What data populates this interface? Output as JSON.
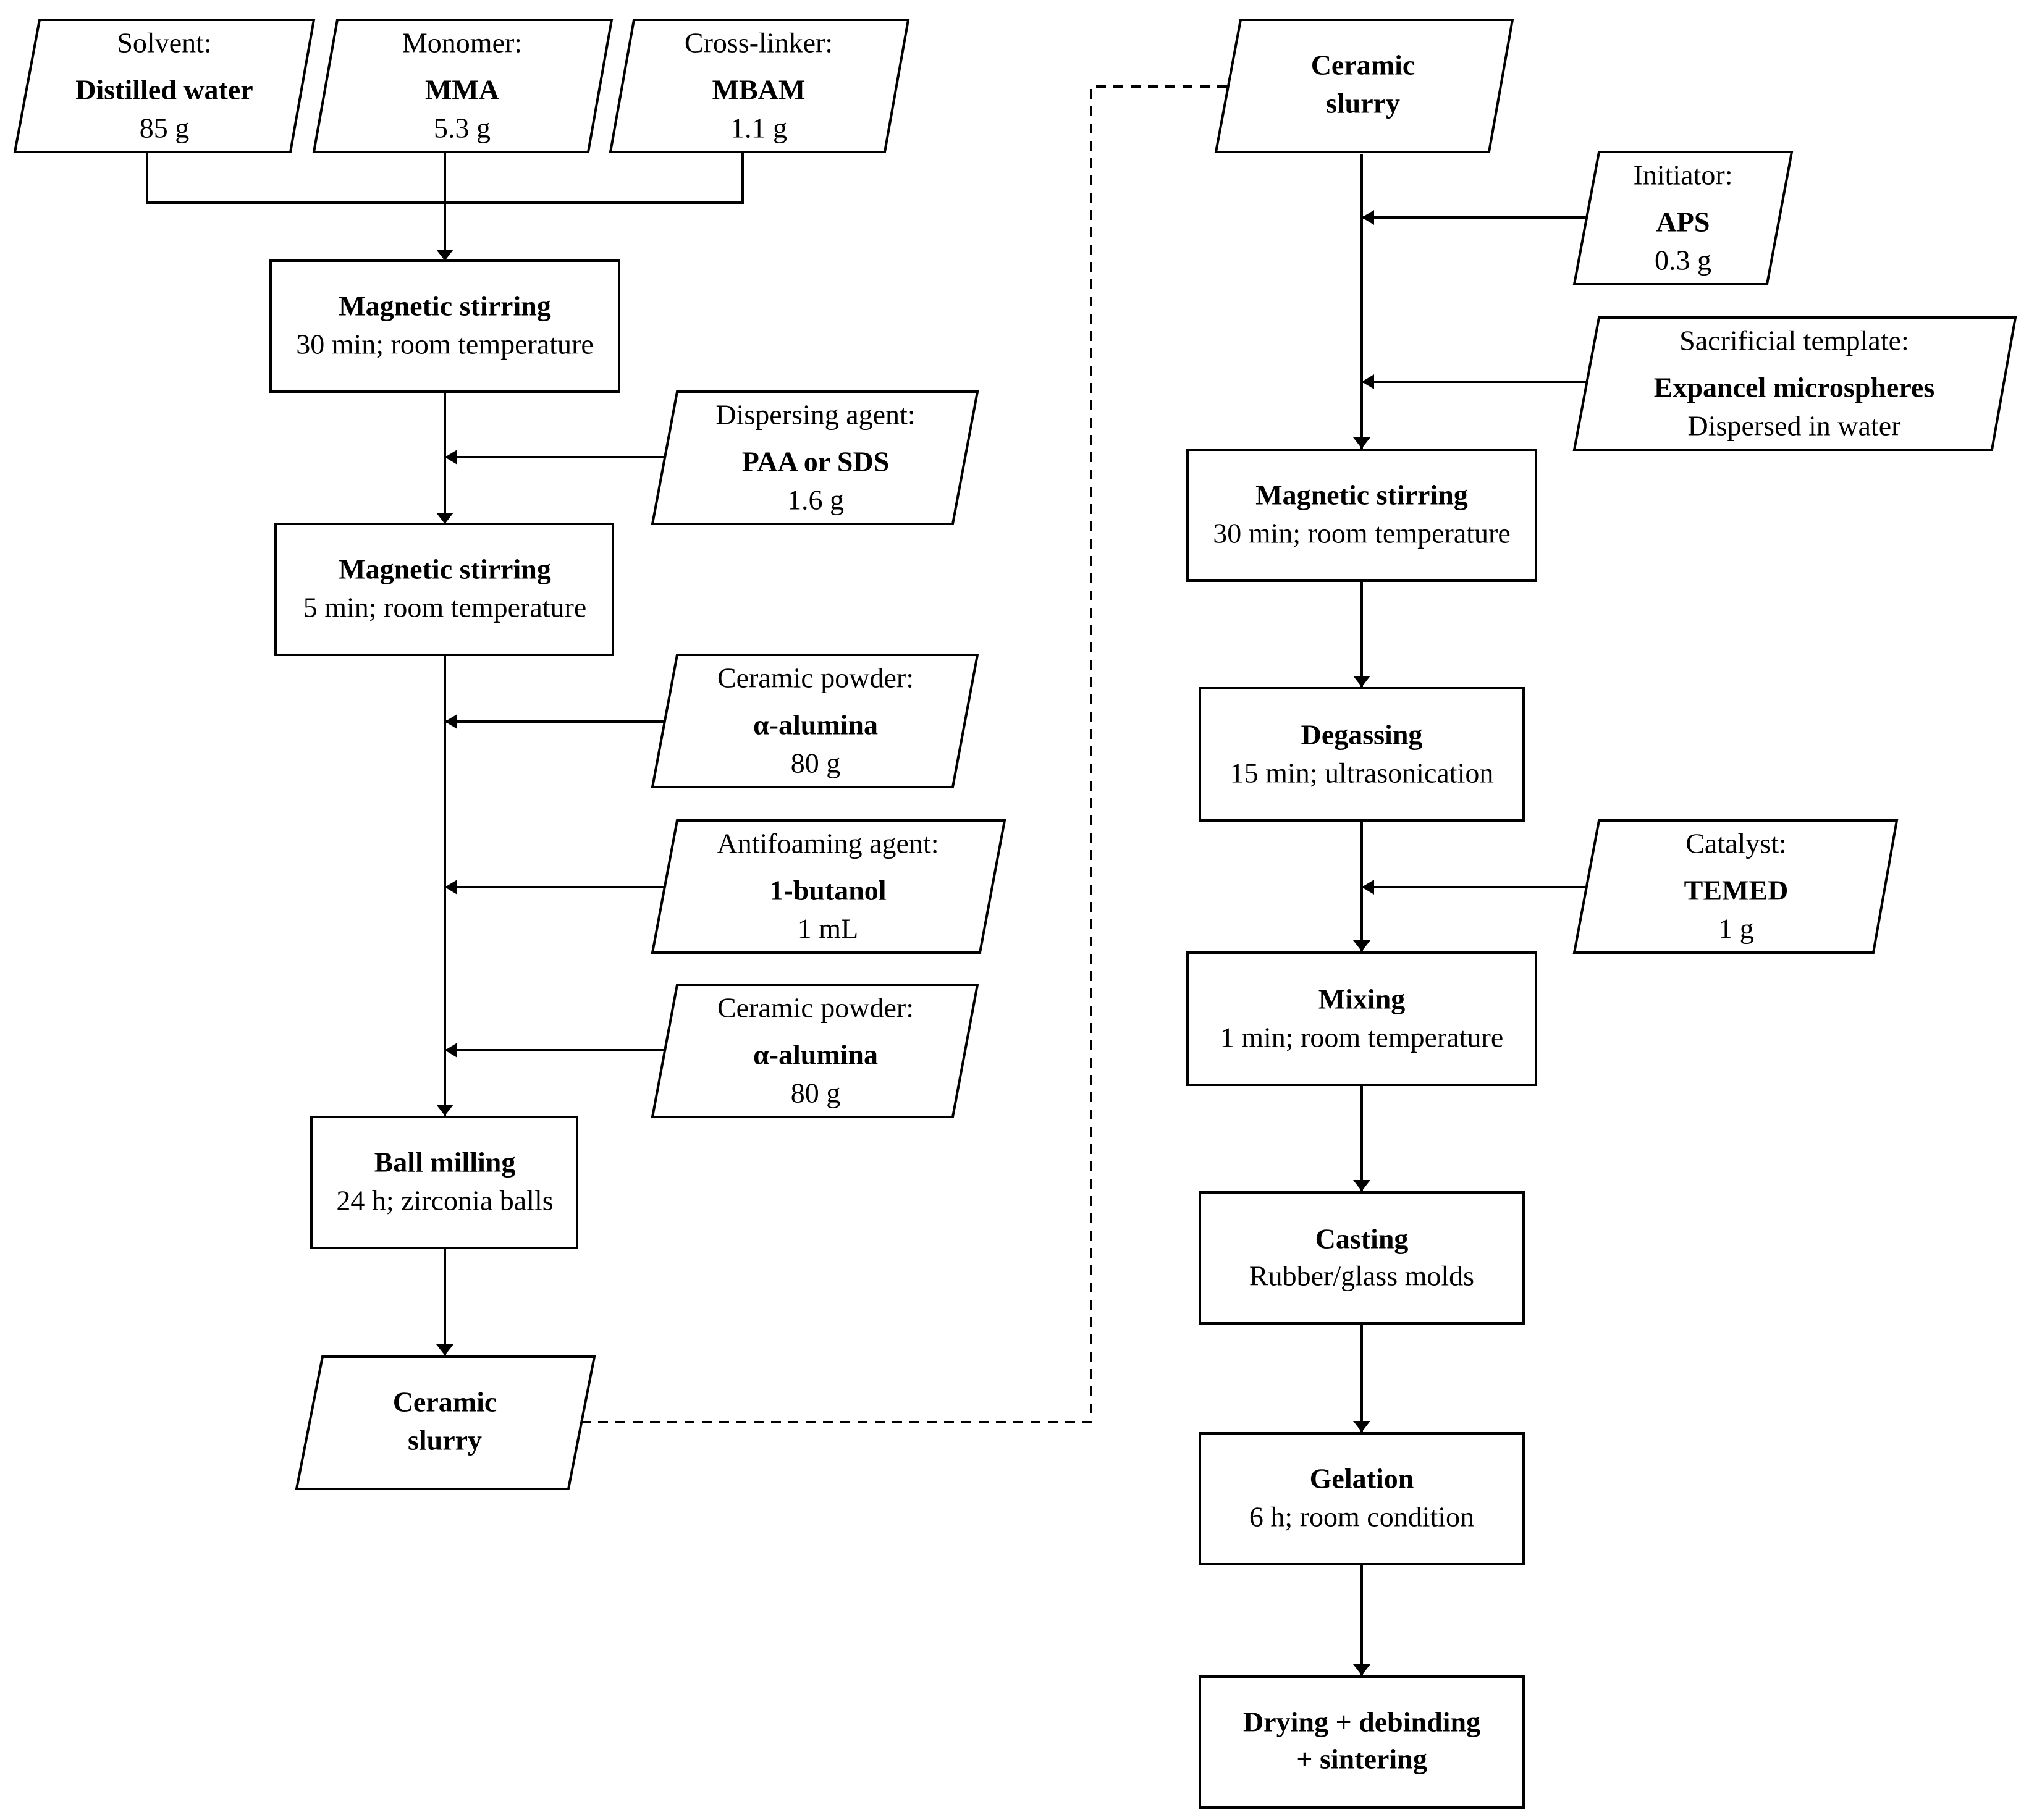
{
  "ingredients": {
    "solvent": {
      "label": "Solvent:",
      "name": "Distilled water",
      "amount": "85 g"
    },
    "monomer": {
      "label": "Monomer:",
      "name": "MMA",
      "amount": "5.3 g"
    },
    "crosslinker": {
      "label": "Cross-linker:",
      "name": "MBAM",
      "amount": "1.1 g"
    },
    "dispersant": {
      "label": "Dispersing agent:",
      "name": "PAA or SDS",
      "amount": "1.6 g"
    },
    "powder1": {
      "label": "Ceramic powder:",
      "name": "α-alumina",
      "amount": "80 g"
    },
    "antifoam": {
      "label": "Antifoaming agent:",
      "name": "1-butanol",
      "amount": "1 mL"
    },
    "powder2": {
      "label": "Ceramic powder:",
      "name": "α-alumina",
      "amount": "80 g"
    },
    "initiator": {
      "label": "Initiator:",
      "name": "APS",
      "amount": "0.3 g"
    },
    "template": {
      "label": "Sacrificial template:",
      "name": "Expancel microspheres",
      "amount": "Dispersed in water"
    },
    "catalyst": {
      "label": "Catalyst:",
      "name": "TEMED",
      "amount": "1 g"
    }
  },
  "steps": {
    "stir1": {
      "title": "Magnetic stirring",
      "detail": "30 min; room temperature"
    },
    "stir2": {
      "title": "Magnetic stirring",
      "detail": "5 min; room temperature"
    },
    "ball": {
      "title": "Ball milling",
      "detail": "24 h; zirconia balls"
    },
    "stir3": {
      "title": "Magnetic stirring",
      "detail": "30 min; room temperature"
    },
    "degas": {
      "title": "Degassing",
      "detail": "15 min; ultrasonication"
    },
    "mixing": {
      "title": "Mixing",
      "detail": "1 min; room temperature"
    },
    "casting": {
      "title": "Casting",
      "detail": "Rubber/glass molds"
    },
    "gelation": {
      "title": "Gelation",
      "detail": "6 h; room condition"
    },
    "final": {
      "line1": "Drying + debinding",
      "line2": "+ sintering"
    }
  },
  "slurry": {
    "left": {
      "line1": "Ceramic",
      "line2": "slurry"
    },
    "right": {
      "line1": "Ceramic",
      "line2": "slurry"
    }
  }
}
